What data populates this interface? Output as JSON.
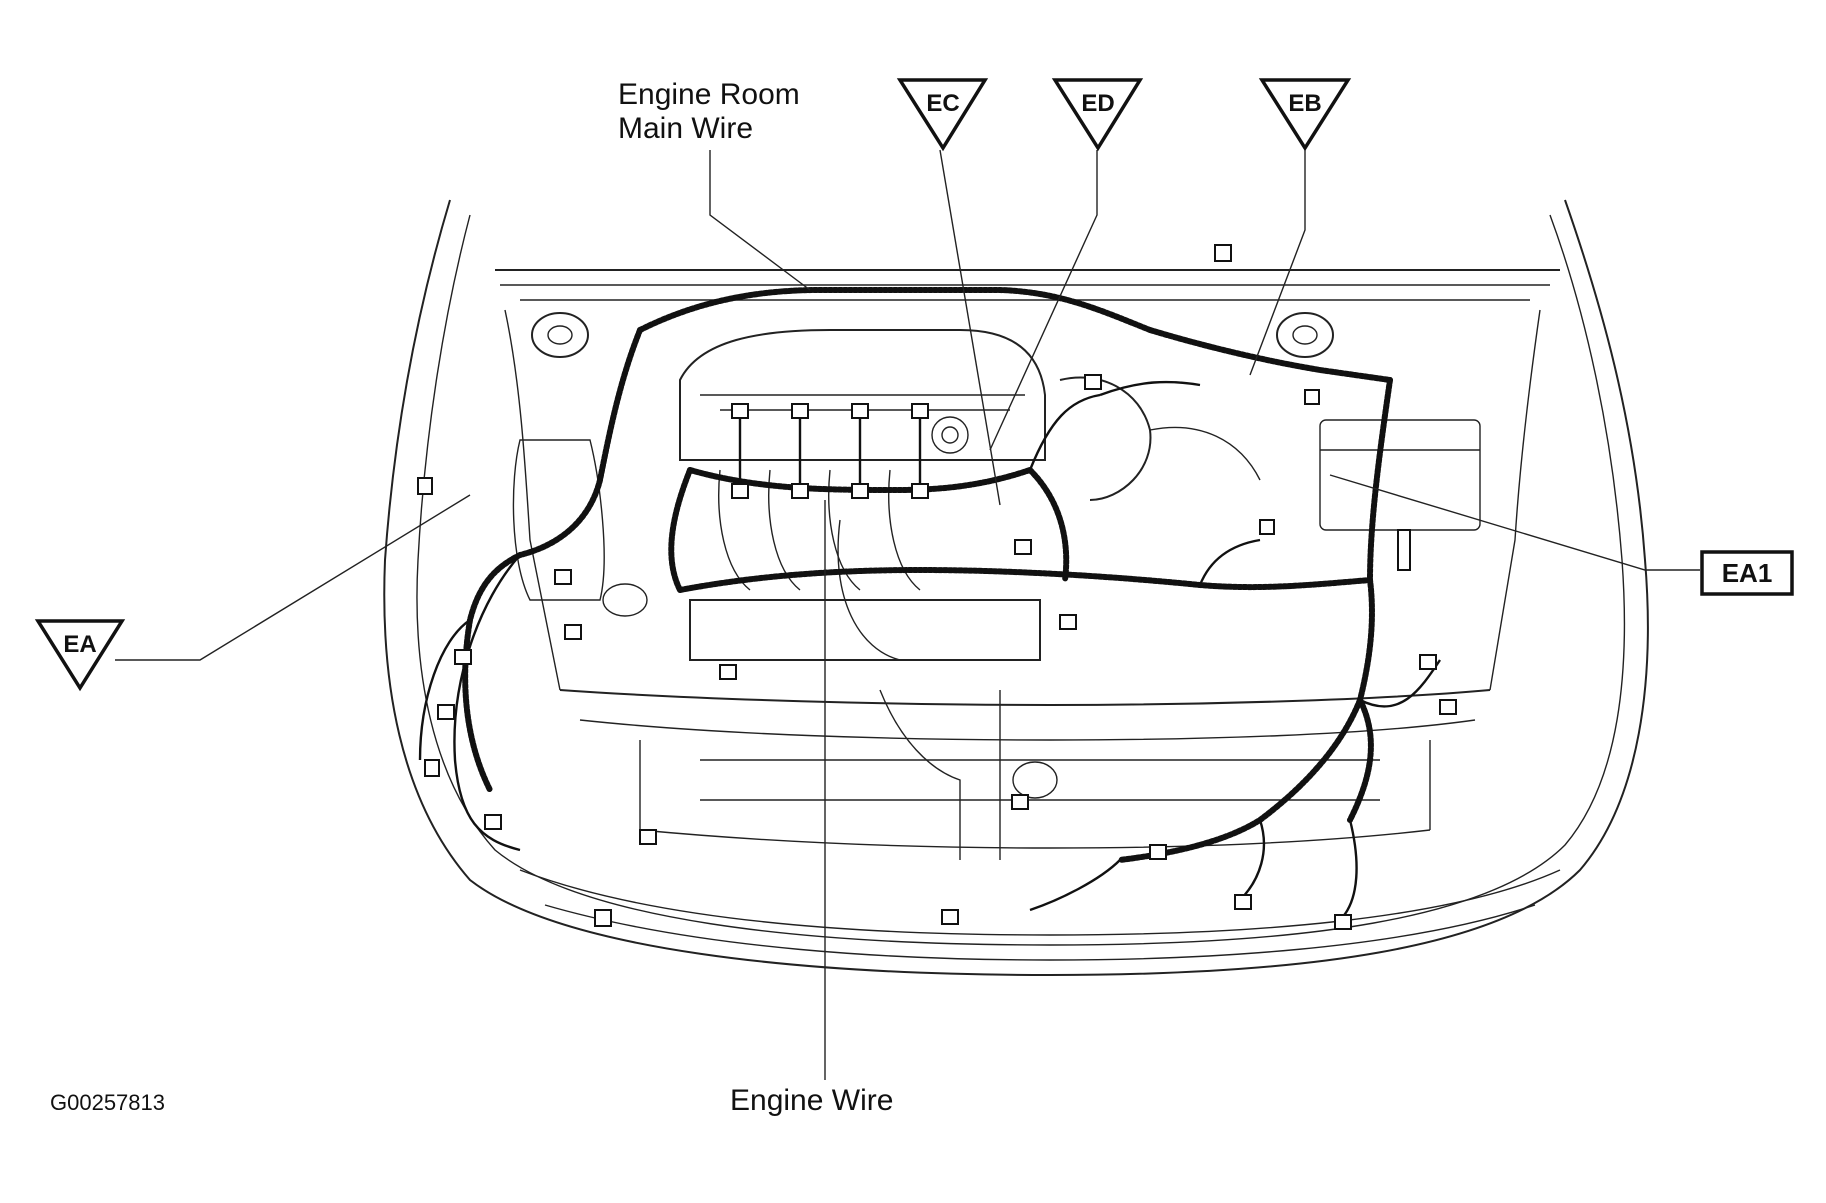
{
  "labels": {
    "engine_room_main_wire_line1": "Engine Room",
    "engine_room_main_wire_line2": "Main Wire",
    "engine_wire": "Engine Wire",
    "figure_id": "G00257813"
  },
  "markers": {
    "ec": "EC",
    "ed": "ED",
    "eb": "EB",
    "ea": "EA",
    "ea1": "EA1"
  },
  "colors": {
    "ink": "#111111",
    "background": "#ffffff"
  }
}
